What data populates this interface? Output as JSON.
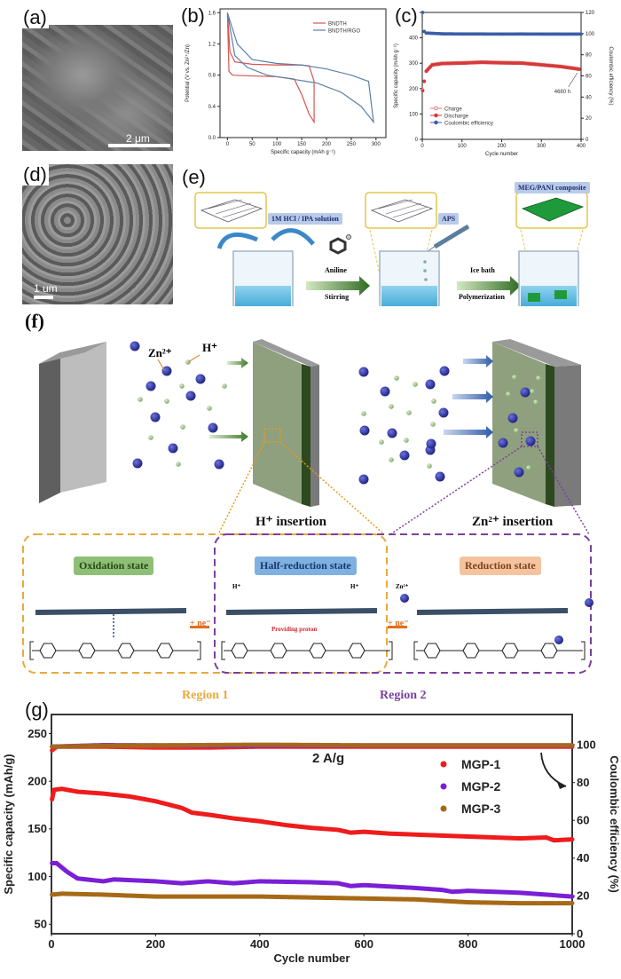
{
  "panels": {
    "a": {
      "label": "(a)",
      "scale_bar": "2 μm"
    },
    "b": {
      "label": "(b)"
    },
    "c": {
      "label": "(c)",
      "annotation": "4680 h"
    },
    "d": {
      "label": "(d)",
      "scale_bar": "1 um"
    },
    "e": {
      "label": "(e)",
      "steps": {
        "solution": "1M HCl / IPA solution",
        "reagent_top": "Aniline",
        "reagent_bottom": "Stirring",
        "oxidant": "APS",
        "step2_top": "Ice bath",
        "step2_bottom": "Polymerization",
        "product": "MEG/PANI composite"
      }
    },
    "f": {
      "label": "(f)",
      "ion_zn": "Zn²⁺",
      "ion_h": "H⁺",
      "h_insertion": "H⁺ insertion",
      "zn_insertion": "Zn²⁺ insertion",
      "states": {
        "oxidation": "Oxidation state",
        "half_reduction": "Half-reduction state",
        "reduction": "Reduction state"
      },
      "providing_proton": "Providing proton",
      "plus_ne": "+ ne⁻",
      "h_small": "H⁺",
      "zn_small": "Zn²⁺",
      "region1": "Region 1",
      "region2": "Region 2",
      "colors": {
        "region1": "#e8a93a",
        "region2": "#7b3f9e",
        "oxidation_bg": "#8fbf76",
        "half_bg": "#7fb0e0",
        "reduction_bg": "#f5c3a0"
      }
    },
    "g": {
      "label": "(g)",
      "rate_annotation": "2 A/g"
    }
  },
  "chart_data": [
    {
      "id": "b",
      "type": "line",
      "title": "",
      "xlabel": "Specific capacity (mAh g⁻¹)",
      "ylabel": "Potential (V vs. Zn²⁺/Zn)",
      "xlim": [
        -15,
        320
      ],
      "ylim": [
        0.0,
        1.65
      ],
      "xticks": [
        0,
        50,
        100,
        150,
        200,
        250,
        300
      ],
      "yticks": [
        0.0,
        0.4,
        0.8,
        1.2,
        1.6
      ],
      "ytick_labels": [
        "0.0",
        "0.4",
        "0.8",
        "1.2",
        "1.6"
      ],
      "legend": "top-right",
      "series": [
        {
          "name": "BNDTH",
          "color": "#d9534f",
          "points": [
            [
              0,
              1.6
            ],
            [
              5,
              1.1
            ],
            [
              15,
              0.97
            ],
            [
              50,
              0.94
            ],
            [
              100,
              0.93
            ],
            [
              150,
              0.93
            ],
            [
              165,
              0.92
            ],
            [
              175,
              0.72
            ],
            [
              175,
              0.2
            ],
            [
              165,
              0.3
            ],
            [
              150,
              0.55
            ],
            [
              135,
              0.75
            ],
            [
              100,
              0.78
            ],
            [
              50,
              0.79
            ],
            [
              10,
              0.8
            ],
            [
              3,
              0.85
            ],
            [
              0,
              1.6
            ]
          ]
        },
        {
          "name": "BNDTH/RGO",
          "color": "#5b7fa8",
          "points": [
            [
              0,
              1.6
            ],
            [
              20,
              1.2
            ],
            [
              50,
              1.0
            ],
            [
              100,
              0.95
            ],
            [
              150,
              0.93
            ],
            [
              200,
              0.88
            ],
            [
              250,
              0.8
            ],
            [
              285,
              0.72
            ],
            [
              295,
              0.2
            ],
            [
              270,
              0.4
            ],
            [
              230,
              0.58
            ],
            [
              180,
              0.7
            ],
            [
              130,
              0.75
            ],
            [
              80,
              0.8
            ],
            [
              40,
              0.9
            ],
            [
              15,
              1.05
            ],
            [
              0,
              1.6
            ]
          ]
        }
      ]
    },
    {
      "id": "c",
      "type": "scatter",
      "xlabel": "Cycle number",
      "ylabel": "Specific capacity (mAh g⁻¹)",
      "ylabel_right": "Coulombic efficiency (%)",
      "xlim": [
        0,
        400
      ],
      "ylim": [
        0,
        500
      ],
      "ylim_right": [
        0,
        120
      ],
      "xticks": [
        0,
        100,
        200,
        300,
        400
      ],
      "yticks": [
        0,
        100,
        200,
        300,
        400,
        500
      ],
      "yticks_right": [
        0,
        20,
        40,
        60,
        80,
        100,
        120
      ],
      "legend": "bottom-left",
      "series": [
        {
          "name": "Charge",
          "color": "#e07a7a",
          "marker": "open-circle",
          "axis": "left",
          "points": [
            [
              1,
              195
            ],
            [
              5,
              230
            ],
            [
              10,
              270
            ],
            [
              25,
              295
            ],
            [
              50,
              300
            ],
            [
              100,
              302
            ],
            [
              150,
              305
            ],
            [
              200,
              303
            ],
            [
              250,
              302
            ],
            [
              300,
              295
            ],
            [
              350,
              288
            ],
            [
              395,
              278
            ]
          ]
        },
        {
          "name": "Discharge",
          "color": "#d63a3a",
          "marker": "filled-circle",
          "axis": "left",
          "points": [
            [
              1,
              192
            ],
            [
              5,
              228
            ],
            [
              10,
              268
            ],
            [
              25,
              293
            ],
            [
              50,
              298
            ],
            [
              100,
              300
            ],
            [
              150,
              303
            ],
            [
              200,
              301
            ],
            [
              250,
              300
            ],
            [
              300,
              293
            ],
            [
              350,
              286
            ],
            [
              395,
              276
            ]
          ]
        },
        {
          "name": "Coulombic efficiency",
          "color": "#3a5fa8",
          "marker": "filled-circle",
          "axis": "right",
          "points": [
            [
              1,
              120
            ],
            [
              5,
              102
            ],
            [
              10,
              100.5
            ],
            [
              50,
              99.8
            ],
            [
              100,
              99.6
            ],
            [
              150,
              99.6
            ],
            [
              200,
              99.5
            ],
            [
              250,
              99.6
            ],
            [
              300,
              99.5
            ],
            [
              350,
              99.5
            ],
            [
              400,
              99.5
            ]
          ]
        }
      ]
    },
    {
      "id": "g",
      "type": "scatter",
      "xlabel": "Cycle number",
      "ylabel": "Specific capacity (mAh/g)",
      "ylabel_right": "Coulombic efficiency (%)",
      "xlim": [
        0,
        1000
      ],
      "ylim": [
        40,
        270
      ],
      "ylim_right": [
        0,
        116
      ],
      "xticks": [
        0,
        200,
        400,
        600,
        800,
        1000
      ],
      "yticks": [
        50,
        100,
        150,
        200,
        250
      ],
      "yticks_right": [
        0,
        20,
        40,
        60,
        80,
        100
      ],
      "legend": "top-right",
      "series": [
        {
          "name": "MGP-1",
          "color": "#ee1c1c",
          "axis": "left",
          "points": [
            [
              1,
              181
            ],
            [
              5,
              191
            ],
            [
              20,
              192
            ],
            [
              50,
              189
            ],
            [
              100,
              187
            ],
            [
              150,
              184
            ],
            [
              200,
              179
            ],
            [
              250,
              172
            ],
            [
              270,
              167
            ],
            [
              300,
              165
            ],
            [
              350,
              161
            ],
            [
              400,
              158
            ],
            [
              450,
              154
            ],
            [
              500,
              151
            ],
            [
              550,
              149
            ],
            [
              575,
              146
            ],
            [
              600,
              147
            ],
            [
              650,
              145
            ],
            [
              700,
              144
            ],
            [
              750,
              143
            ],
            [
              800,
              142
            ],
            [
              850,
              141
            ],
            [
              900,
              140
            ],
            [
              950,
              141
            ],
            [
              965,
              138
            ],
            [
              1000,
              139
            ]
          ]
        },
        {
          "name": "MGP-2",
          "color": "#7a1fd6",
          "axis": "left",
          "points": [
            [
              1,
              114
            ],
            [
              10,
              114
            ],
            [
              30,
              105
            ],
            [
              50,
              98
            ],
            [
              100,
              95
            ],
            [
              120,
              97
            ],
            [
              200,
              95
            ],
            [
              250,
              93
            ],
            [
              300,
              95
            ],
            [
              350,
              93
            ],
            [
              400,
              95
            ],
            [
              500,
              94
            ],
            [
              550,
              93
            ],
            [
              575,
              90
            ],
            [
              600,
              91
            ],
            [
              700,
              88
            ],
            [
              750,
              86
            ],
            [
              770,
              84
            ],
            [
              800,
              85
            ],
            [
              900,
              83
            ],
            [
              1000,
              79
            ]
          ]
        },
        {
          "name": "MGP-3",
          "color": "#a66a16",
          "axis": "left",
          "points": [
            [
              1,
              81
            ],
            [
              20,
              82
            ],
            [
              100,
              81
            ],
            [
              200,
              79
            ],
            [
              300,
              79
            ],
            [
              400,
              79
            ],
            [
              500,
              78
            ],
            [
              600,
              77
            ],
            [
              700,
              76
            ],
            [
              800,
              73
            ],
            [
              900,
              72
            ],
            [
              1000,
              72
            ]
          ]
        },
        {
          "name": "MGP-1 CE",
          "color": "#ee1c1c",
          "axis": "right",
          "points": [
            [
              1,
              97
            ],
            [
              10,
              99
            ],
            [
              100,
              99
            ],
            [
              200,
              98.5
            ],
            [
              300,
              98.5
            ],
            [
              400,
              99
            ],
            [
              600,
              99
            ],
            [
              800,
              99
            ],
            [
              1000,
              99
            ]
          ]
        },
        {
          "name": "MGP-2 CE",
          "color": "#7a1fd6",
          "axis": "right",
          "points": [
            [
              1,
              99
            ],
            [
              100,
              99.8
            ],
            [
              300,
              99.5
            ],
            [
              600,
              99.6
            ],
            [
              1000,
              99.6
            ]
          ]
        },
        {
          "name": "MGP-3 CE",
          "color": "#a66a16",
          "axis": "right",
          "points": [
            [
              1,
              99
            ],
            [
              100,
              99.5
            ],
            [
              400,
              100
            ],
            [
              600,
              99.7
            ],
            [
              1000,
              99.7
            ]
          ]
        }
      ]
    }
  ]
}
